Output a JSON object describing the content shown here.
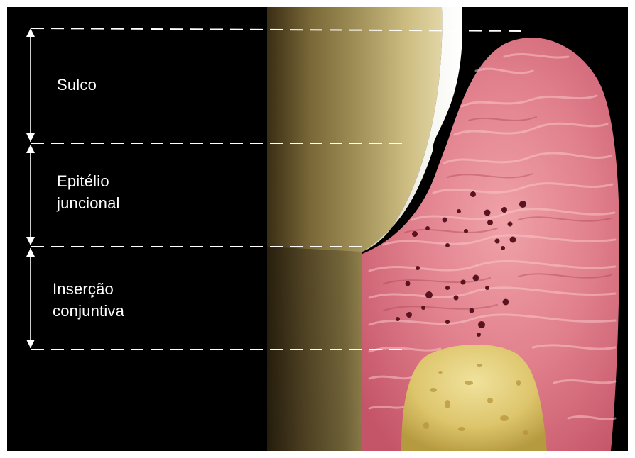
{
  "labels": {
    "sulco": "Sulco",
    "epitelio_line1": "Epitélio",
    "epitelio_line2": "juncional",
    "insercao_line1": "Inserção",
    "insercao_line2": "conjuntiva"
  },
  "colors": {
    "background": "#000000",
    "gingiva": "#e07a86",
    "tooth": "#8c7a46",
    "enamel": "#e8e8e0",
    "bone": "#e4cf7a",
    "lines": "#ffffff"
  }
}
